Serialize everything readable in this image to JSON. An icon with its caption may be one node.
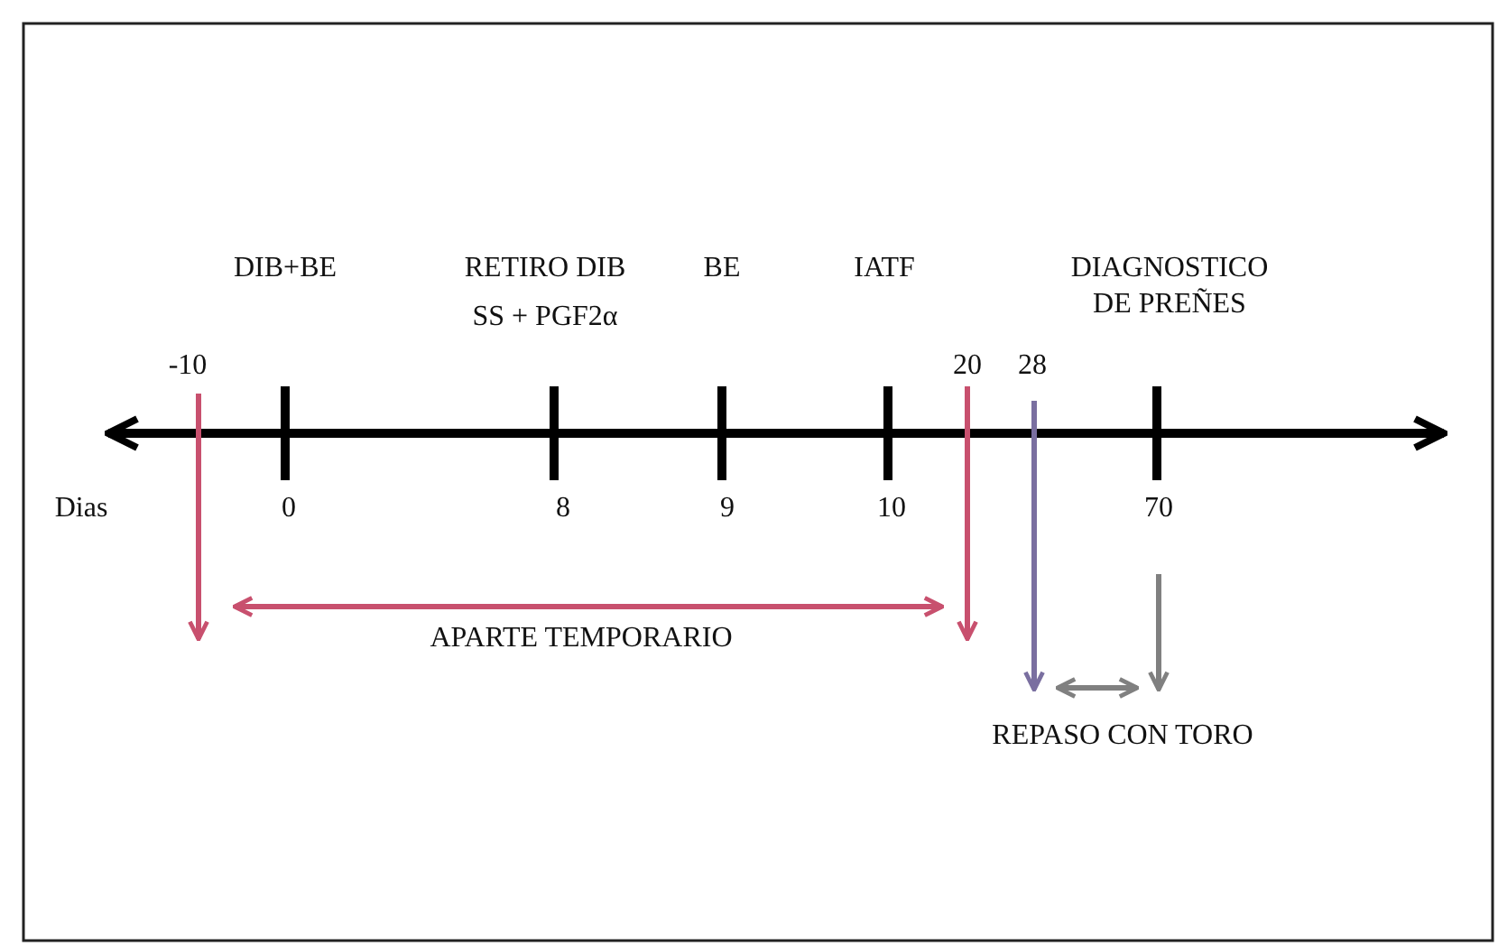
{
  "diagram": {
    "labels": [
      "DIB+BE",
      "RETIRO DIB",
      "SS + PGF2α",
      "BE",
      "IATF",
      "DIAGNOSTICO DE PREÑES",
      "-10",
      "20",
      "28",
      "Dias",
      "0",
      "8",
      "9",
      "10",
      "70",
      "APARTE TEMPORARIO",
      "REPASO CON TORO"
    ]
  }
}
